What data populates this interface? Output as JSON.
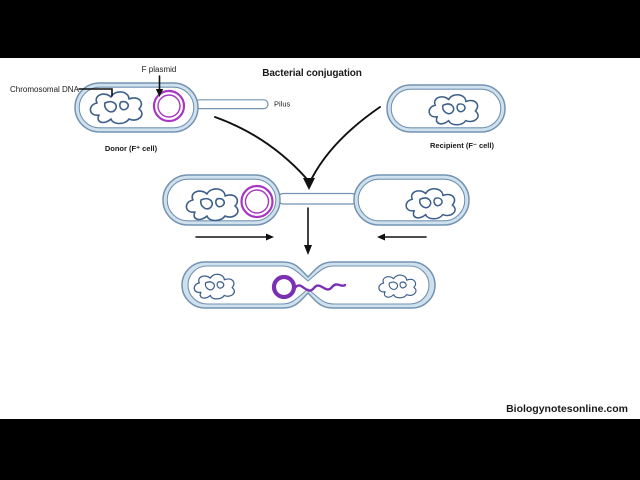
{
  "video_frame": {
    "letterbox_color": "#000000",
    "canvas_color": "#ffffff",
    "watermark": "Biologynotesonline.com"
  },
  "diagram": {
    "title": "Bacterial conjugation",
    "labels": {
      "f_plasmid": "F plasmid",
      "chromosomal_dna": "Chromosomal DNA",
      "pilus": "Pilus",
      "donor": "Donor (F⁺ cell)",
      "recipient": "Recipient (F⁻ cell)"
    },
    "colors": {
      "membrane_outline": "#7493b2",
      "membrane_band": "#d0e1ee",
      "chromosomal_dna": "#3d5f8a",
      "f_plasmid_ring": "#a737c3",
      "transferring_plasmid": "#7b2fb3",
      "arrows": "#111111",
      "leader_lines": "#111111",
      "watermark_text": "#cacaca"
    }
  }
}
